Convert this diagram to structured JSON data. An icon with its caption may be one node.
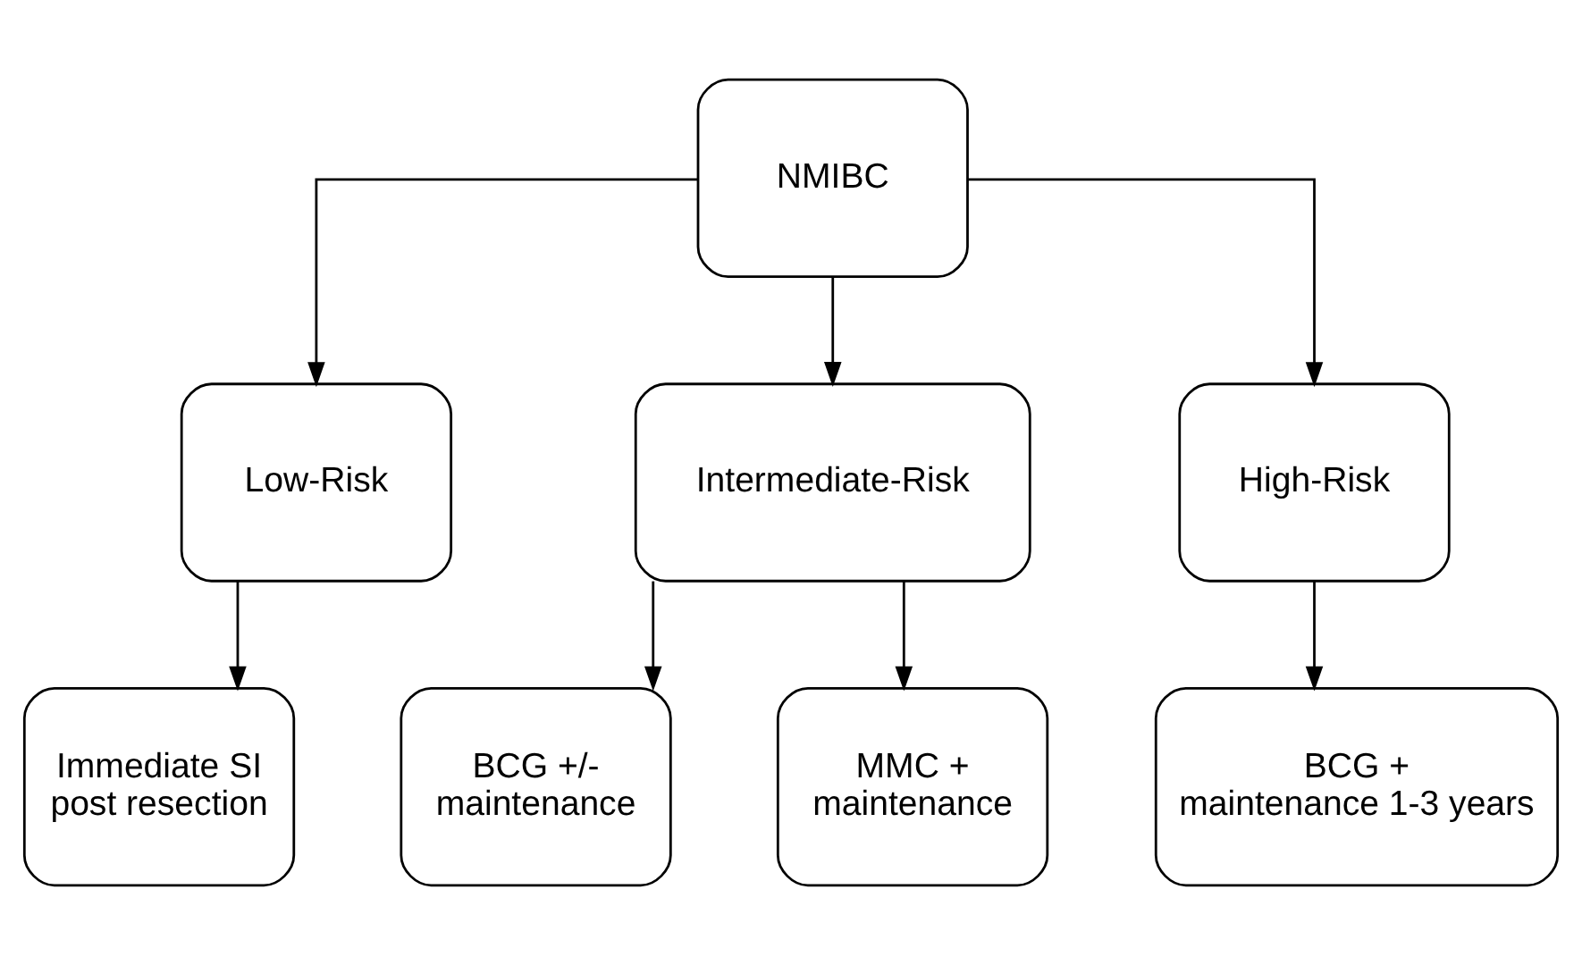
{
  "diagram": {
    "nodes": [
      {
        "text": [
          "NMIBC"
        ]
      },
      {
        "text": [
          "Low-Risk"
        ]
      },
      {
        "text": [
          "Intermediate-Risk"
        ]
      },
      {
        "text": [
          "High-Risk"
        ]
      },
      {
        "text": [
          "Immediate SI post resection"
        ]
      },
      {
        "text": [
          "BCG +/- maintenance"
        ]
      },
      {
        "text": [
          "MMC + maintenance"
        ]
      },
      {
        "text": [
          "BCG + maintenance 1-3 years"
        ]
      }
    ],
    "edges": [
      {
        "from": 0,
        "to": 1,
        "arrow": "to"
      },
      {
        "from": 0,
        "to": 2,
        "arrow": "to"
      },
      {
        "from": 0,
        "to": 3,
        "arrow": "to"
      },
      {
        "from": 1,
        "to": 4,
        "arrow": "to"
      },
      {
        "from": 2,
        "to": 5,
        "arrow": "to"
      },
      {
        "from": 2,
        "to": 6,
        "arrow": "to"
      },
      {
        "from": 3,
        "to": 7,
        "arrow": "to"
      }
    ]
  }
}
